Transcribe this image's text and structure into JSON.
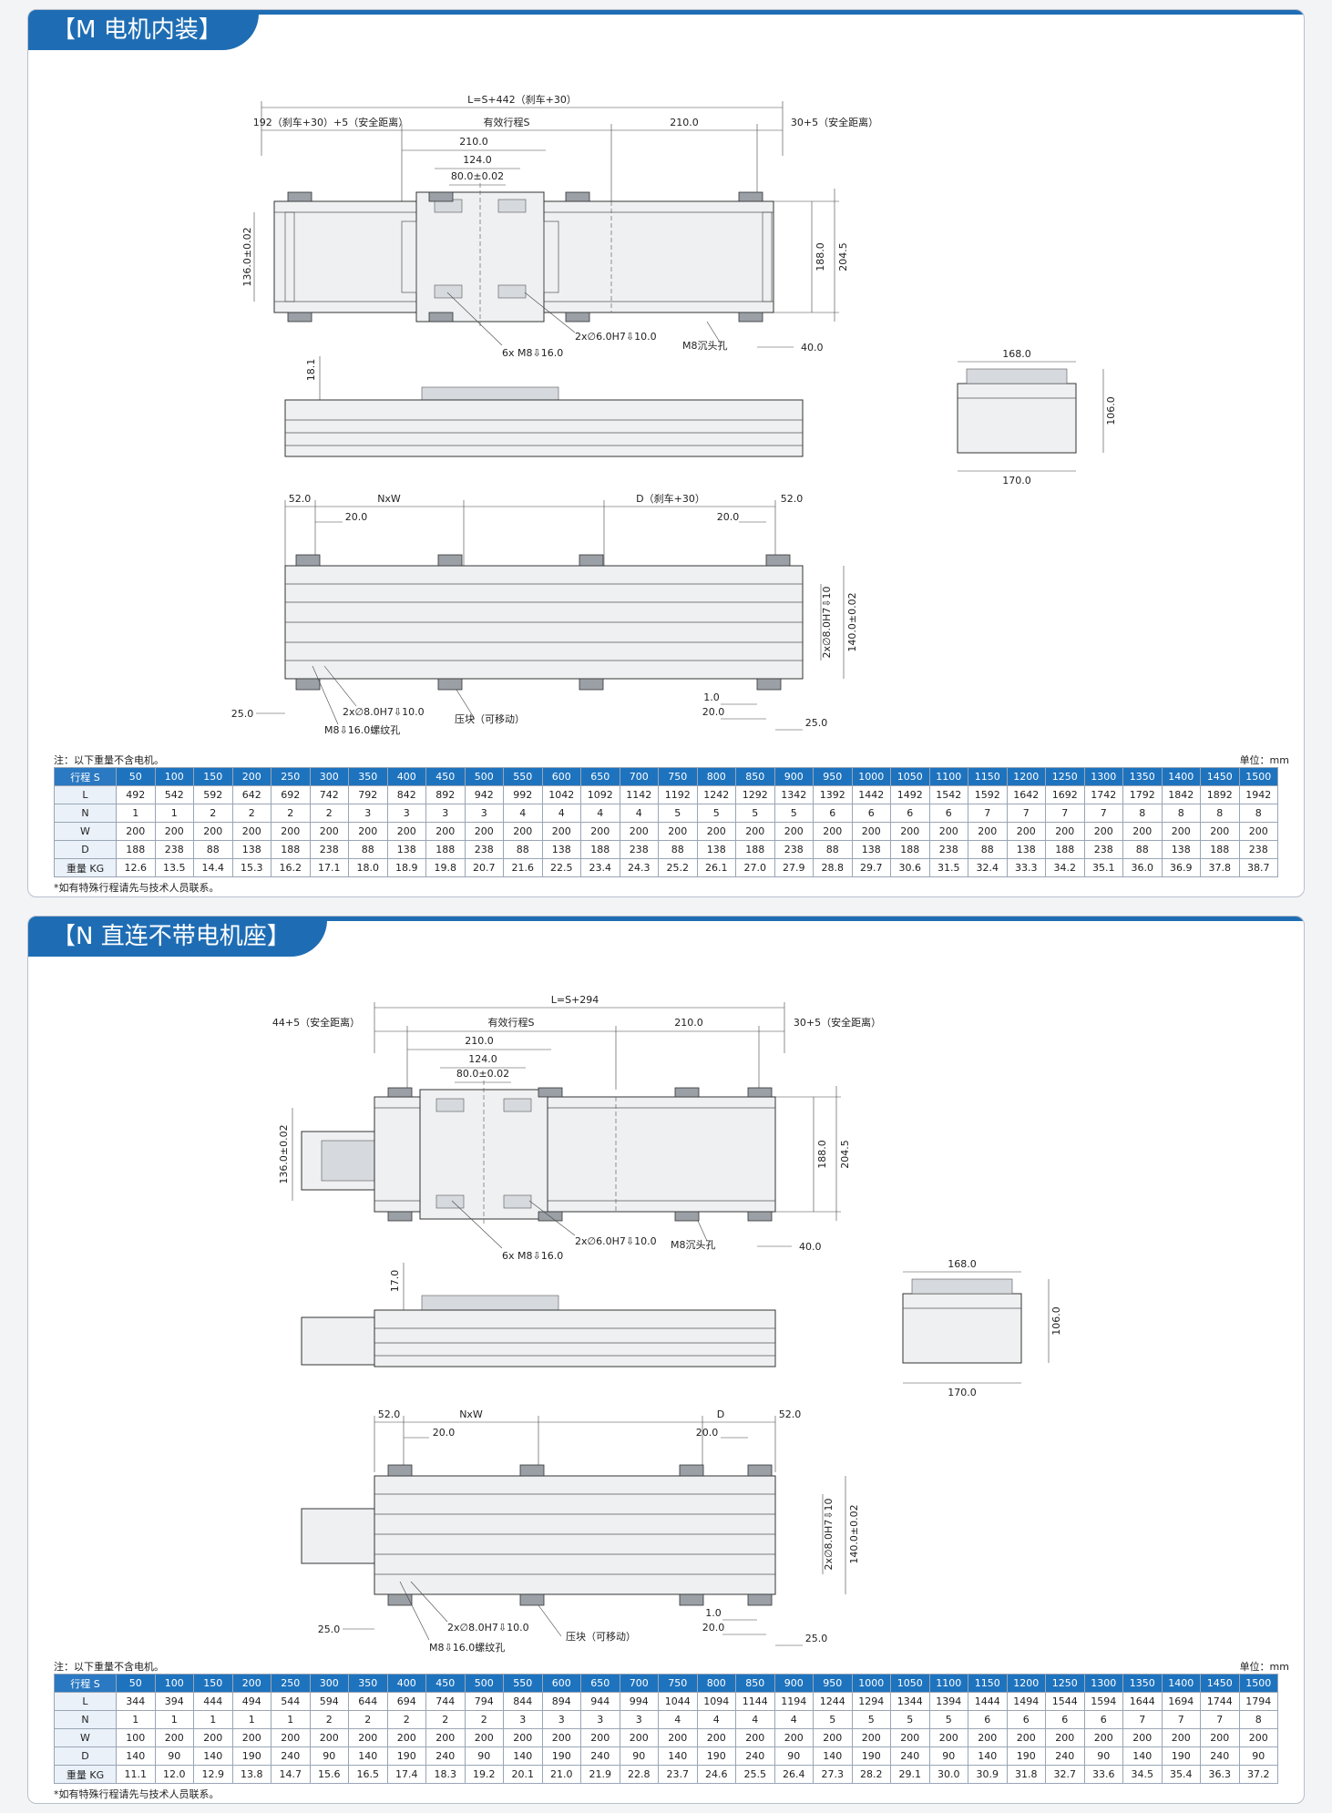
{
  "sections": [
    {
      "tab": "【M 电机内装】",
      "labels": {
        "total": "L=S+442（刹车+30）",
        "left_safe": "192（刹车+30）+5（安全距离）",
        "stroke": "有效行程S",
        "d210a": "210.0",
        "d210b": "210.0",
        "right_safe": "30+5（安全距离）",
        "d124": "124.0",
        "d80": "80.0±0.02",
        "h136": "136.0±0.02",
        "h188": "188.0",
        "h204": "204.5",
        "m8sink": "M8沉头孔",
        "d40": "40.0",
        "m8tap": "6x M8⇩16.0",
        "pin6": "2x∅6.0H7⇩10.0",
        "h18": "18.1",
        "w168": "168.0",
        "h106": "106.0",
        "w170": "170.0",
        "d52a": "52.0",
        "nxw": "NxW",
        "d20a": "20.0",
        "dlabel": "D（刹车+30）",
        "d20b": "20.0",
        "d52b": "52.0",
        "pin8": "2x∅8.0H7⇩10",
        "h140": "140.0±0.02",
        "d25a": "25.0",
        "pin8b": "2x∅8.0H7⇩10.0",
        "m8thread": "M8⇩16.0螺纹孔",
        "clamp": "压块（可移动）",
        "d1": "1.0",
        "d20c": "20.0",
        "d25b": "25.0"
      },
      "note": "注：以下重量不含电机。",
      "unit": "单位：mm",
      "footnote": "*如有特殊行程请先与技术人员联系。",
      "table": {
        "header": "行程 S",
        "strokes": [
          "50",
          "100",
          "150",
          "200",
          "250",
          "300",
          "350",
          "400",
          "450",
          "500",
          "550",
          "600",
          "650",
          "700",
          "750",
          "800",
          "850",
          "900",
          "950",
          "1000",
          "1050",
          "1100",
          "1150",
          "1200",
          "1250",
          "1300",
          "1350",
          "1400",
          "1450",
          "1500"
        ],
        "rows": [
          {
            "label": "L",
            "values": [
              "492",
              "542",
              "592",
              "642",
              "692",
              "742",
              "792",
              "842",
              "892",
              "942",
              "992",
              "1042",
              "1092",
              "1142",
              "1192",
              "1242",
              "1292",
              "1342",
              "1392",
              "1442",
              "1492",
              "1542",
              "1592",
              "1642",
              "1692",
              "1742",
              "1792",
              "1842",
              "1892",
              "1942"
            ]
          },
          {
            "label": "N",
            "values": [
              "1",
              "1",
              "2",
              "2",
              "2",
              "2",
              "3",
              "3",
              "3",
              "3",
              "4",
              "4",
              "4",
              "4",
              "5",
              "5",
              "5",
              "5",
              "6",
              "6",
              "6",
              "6",
              "7",
              "7",
              "7",
              "7",
              "8",
              "8",
              "8",
              "8"
            ]
          },
          {
            "label": "W",
            "values": [
              "200",
              "200",
              "200",
              "200",
              "200",
              "200",
              "200",
              "200",
              "200",
              "200",
              "200",
              "200",
              "200",
              "200",
              "200",
              "200",
              "200",
              "200",
              "200",
              "200",
              "200",
              "200",
              "200",
              "200",
              "200",
              "200",
              "200",
              "200",
              "200",
              "200"
            ]
          },
          {
            "label": "D",
            "values": [
              "188",
              "238",
              "88",
              "138",
              "188",
              "238",
              "88",
              "138",
              "188",
              "238",
              "88",
              "138",
              "188",
              "238",
              "88",
              "138",
              "188",
              "238",
              "88",
              "138",
              "188",
              "238",
              "88",
              "138",
              "188",
              "238",
              "88",
              "138",
              "188",
              "238"
            ]
          },
          {
            "label": "重量 KG",
            "values": [
              "12.6",
              "13.5",
              "14.4",
              "15.3",
              "16.2",
              "17.1",
              "18.0",
              "18.9",
              "19.8",
              "20.7",
              "21.6",
              "22.5",
              "23.4",
              "24.3",
              "25.2",
              "26.1",
              "27.0",
              "27.9",
              "28.8",
              "29.7",
              "30.6",
              "31.5",
              "32.4",
              "33.3",
              "34.2",
              "35.1",
              "36.0",
              "36.9",
              "37.8",
              "38.7"
            ]
          }
        ]
      }
    },
    {
      "tab": "【N 直连不带电机座】",
      "labels": {
        "total": "L=S+294",
        "left_safe": "44+5（安全距离）",
        "stroke": "有效行程S",
        "d210a": "210.0",
        "d210b": "210.0",
        "right_safe": "30+5（安全距离）",
        "d124": "124.0",
        "d80": "80.0±0.02",
        "h136": "136.0±0.02",
        "h188": "188.0",
        "h204": "204.5",
        "m8sink": "M8沉头孔",
        "d40": "40.0",
        "m8tap": "6x M8⇩16.0",
        "pin6": "2x∅6.0H7⇩10.0",
        "h18": "17.0",
        "w168": "168.0",
        "h106": "106.0",
        "w170": "170.0",
        "d52a": "52.0",
        "nxw": "NxW",
        "d20a": "20.0",
        "dlabel": "D",
        "d20b": "20.0",
        "d52b": "52.0",
        "pin8": "2x∅8.0H7⇩10",
        "h140": "140.0±0.02",
        "d25a": "25.0",
        "pin8b": "2x∅8.0H7⇩10.0",
        "m8thread": "M8⇩16.0螺纹孔",
        "clamp": "压块（可移动）",
        "d1": "1.0",
        "d20c": "20.0",
        "d25b": "25.0"
      },
      "note": "注：以下重量不含电机。",
      "unit": "单位：mm",
      "footnote": "*如有特殊行程请先与技术人员联系。",
      "table": {
        "header": "行程 S",
        "strokes": [
          "50",
          "100",
          "150",
          "200",
          "250",
          "300",
          "350",
          "400",
          "450",
          "500",
          "550",
          "600",
          "650",
          "700",
          "750",
          "800",
          "850",
          "900",
          "950",
          "1000",
          "1050",
          "1100",
          "1150",
          "1200",
          "1250",
          "1300",
          "1350",
          "1400",
          "1450",
          "1500"
        ],
        "rows": [
          {
            "label": "L",
            "values": [
              "344",
              "394",
              "444",
              "494",
              "544",
              "594",
              "644",
              "694",
              "744",
              "794",
              "844",
              "894",
              "944",
              "994",
              "1044",
              "1094",
              "1144",
              "1194",
              "1244",
              "1294",
              "1344",
              "1394",
              "1444",
              "1494",
              "1544",
              "1594",
              "1644",
              "1694",
              "1744",
              "1794"
            ]
          },
          {
            "label": "N",
            "values": [
              "1",
              "1",
              "1",
              "1",
              "1",
              "2",
              "2",
              "2",
              "2",
              "2",
              "3",
              "3",
              "3",
              "3",
              "4",
              "4",
              "4",
              "4",
              "5",
              "5",
              "5",
              "5",
              "6",
              "6",
              "6",
              "6",
              "7",
              "7",
              "7",
              "8"
            ]
          },
          {
            "label": "W",
            "values": [
              "100",
              "200",
              "200",
              "200",
              "200",
              "200",
              "200",
              "200",
              "200",
              "200",
              "200",
              "200",
              "200",
              "200",
              "200",
              "200",
              "200",
              "200",
              "200",
              "200",
              "200",
              "200",
              "200",
              "200",
              "200",
              "200",
              "200",
              "200",
              "200",
              "200"
            ]
          },
          {
            "label": "D",
            "values": [
              "140",
              "90",
              "140",
              "190",
              "240",
              "90",
              "140",
              "190",
              "240",
              "90",
              "140",
              "190",
              "240",
              "90",
              "140",
              "190",
              "240",
              "90",
              "140",
              "190",
              "240",
              "90",
              "140",
              "190",
              "240",
              "90",
              "140",
              "190",
              "240",
              "90"
            ]
          },
          {
            "label": "重量 KG",
            "values": [
              "11.1",
              "12.0",
              "12.9",
              "13.8",
              "14.7",
              "15.6",
              "16.5",
              "17.4",
              "18.3",
              "19.2",
              "20.1",
              "21.0",
              "21.9",
              "22.8",
              "23.7",
              "24.6",
              "25.5",
              "26.4",
              "27.3",
              "28.2",
              "29.1",
              "30.0",
              "30.9",
              "31.8",
              "32.7",
              "33.6",
              "34.5",
              "35.4",
              "36.3",
              "37.2"
            ]
          }
        ]
      }
    }
  ]
}
